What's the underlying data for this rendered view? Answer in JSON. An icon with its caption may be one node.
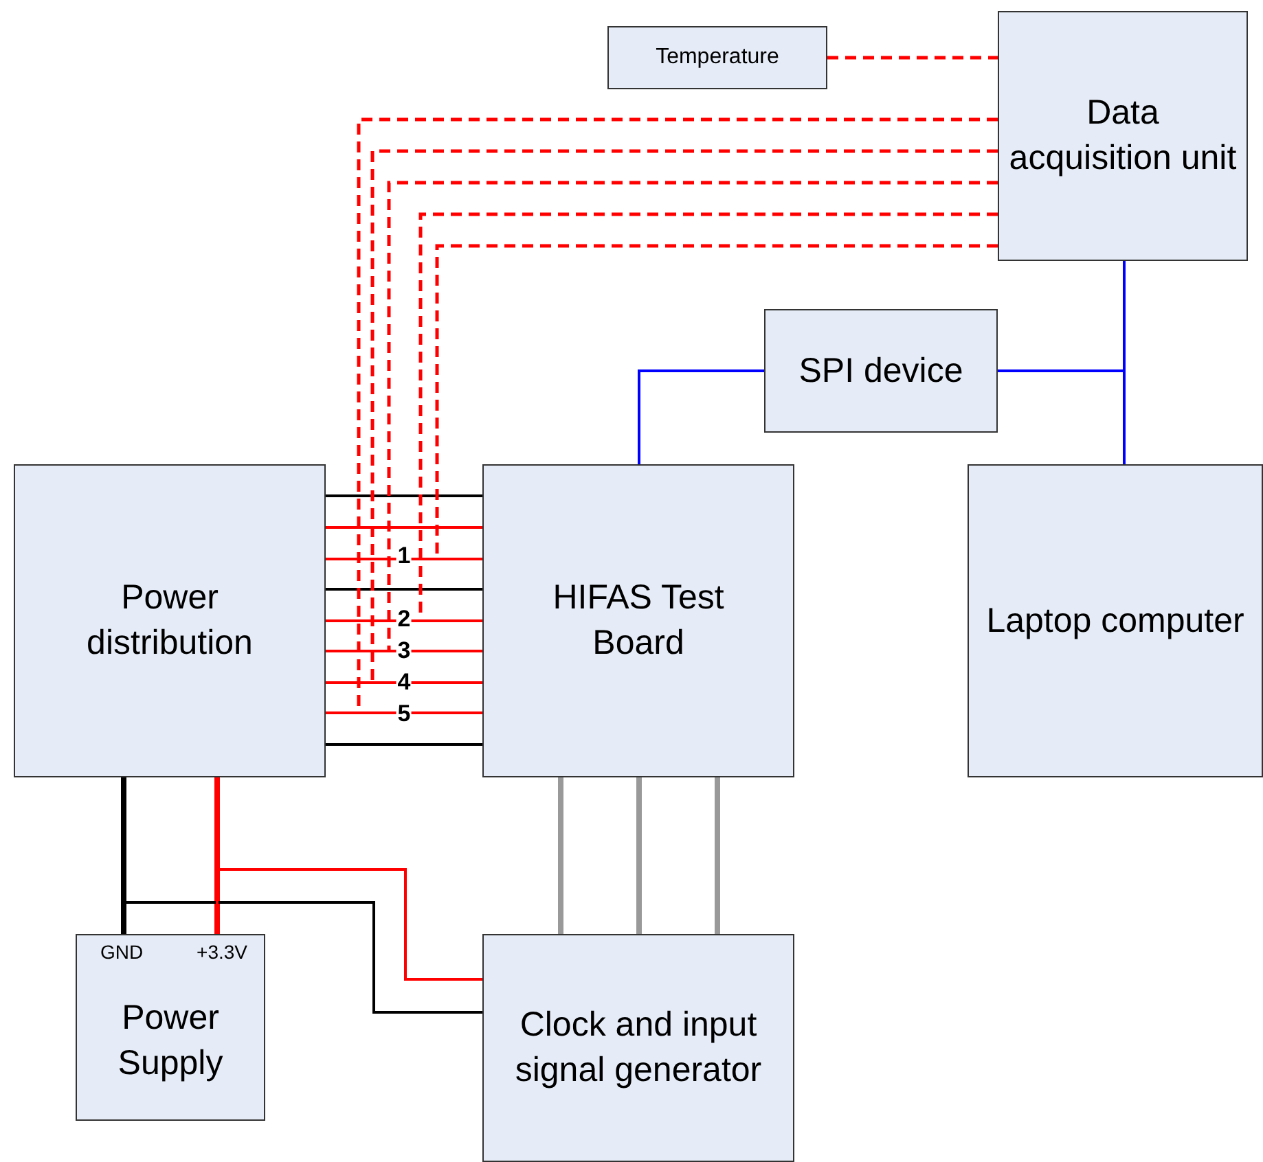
{
  "diagram": {
    "nodes": [
      {
        "text": [
          "Temperature"
        ]
      },
      {
        "text": [
          "Data acquisition unit"
        ]
      },
      {
        "text": [
          "SPI device"
        ]
      },
      {
        "text": [
          "Power distribution"
        ]
      },
      {
        "text": [
          "HIFAS Test Board"
        ]
      },
      {
        "text": [
          "Laptop computer"
        ]
      },
      {
        "text": [
          "GND",
          "+3.3V",
          "Power Supply"
        ]
      },
      {
        "text": [
          "Clock and input signal generator"
        ]
      }
    ],
    "edges": [
      {
        "from": 0,
        "to": 1,
        "arrow": "none",
        "style": "dashed",
        "color": "#ff0000"
      },
      {
        "from": 1,
        "to": null,
        "arrow": "none",
        "style": "dashed",
        "color": "#ff0000"
      },
      {
        "from": 1,
        "to": null,
        "arrow": "none",
        "style": "dashed",
        "color": "#ff0000"
      },
      {
        "from": 1,
        "to": null,
        "arrow": "none",
        "style": "dashed",
        "color": "#ff0000"
      },
      {
        "from": 1,
        "to": null,
        "arrow": "none",
        "style": "dashed",
        "color": "#ff0000"
      },
      {
        "from": 1,
        "to": null,
        "arrow": "none",
        "style": "dashed",
        "color": "#ff0000"
      },
      {
        "from": 3,
        "to": 4,
        "arrow": "none",
        "color": "#000000"
      },
      {
        "from": 3,
        "to": 4,
        "arrow": "none",
        "color": "#ff0000"
      },
      {
        "from": 3,
        "to": 4,
        "arrow": "none",
        "color": "#ff0000",
        "label": "1"
      },
      {
        "from": 3,
        "to": 4,
        "arrow": "none",
        "color": "#000000"
      },
      {
        "from": 3,
        "to": 4,
        "arrow": "none",
        "color": "#ff0000",
        "label": "2"
      },
      {
        "from": 3,
        "to": 4,
        "arrow": "none",
        "color": "#ff0000",
        "label": "3"
      },
      {
        "from": 3,
        "to": 4,
        "arrow": "none",
        "color": "#ff0000",
        "label": "4"
      },
      {
        "from": 3,
        "to": 4,
        "arrow": "none",
        "color": "#ff0000",
        "label": "5"
      },
      {
        "from": 3,
        "to": 4,
        "arrow": "none",
        "color": "#000000"
      },
      {
        "from": 2,
        "to": 4,
        "arrow": "none",
        "color": "#0000ff"
      },
      {
        "from": 2,
        "to": 1,
        "arrow": "none",
        "color": "#0000ff"
      },
      {
        "from": 2,
        "to": 5,
        "arrow": "none",
        "color": "#0000ff"
      },
      {
        "from": 1,
        "to": 5,
        "arrow": "none",
        "color": "#0000ff"
      },
      {
        "from": 4,
        "to": 7,
        "arrow": "none",
        "style": "thick",
        "color": "#999999"
      },
      {
        "from": 4,
        "to": 7,
        "arrow": "none",
        "style": "thick",
        "color": "#999999"
      },
      {
        "from": 4,
        "to": 7,
        "arrow": "none",
        "style": "thick",
        "color": "#999999"
      },
      {
        "from": 6,
        "to": 3,
        "arrow": "none",
        "style": "thick",
        "color": "#000000"
      },
      {
        "from": 6,
        "to": 3,
        "arrow": "none",
        "style": "thick",
        "color": "#ff0000"
      },
      {
        "from": 6,
        "to": 7,
        "arrow": "none",
        "color": "#000000"
      },
      {
        "from": 6,
        "to": 7,
        "arrow": "none",
        "color": "#ff0000"
      }
    ]
  }
}
